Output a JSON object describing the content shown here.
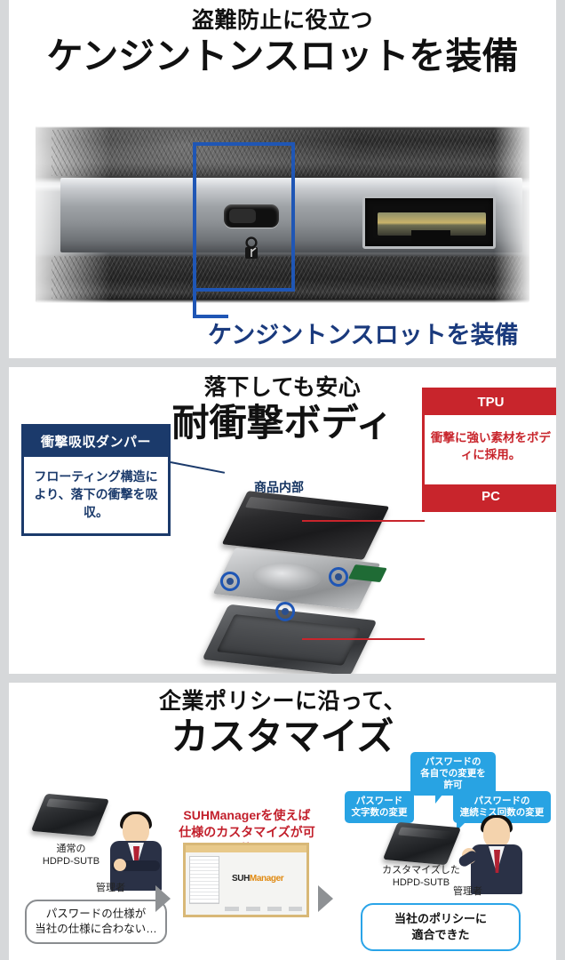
{
  "page": {
    "background": "#d6d8da",
    "panel_background": "#ffffff",
    "accent_blue": "#1f56b5",
    "accent_navy": "#1b3a6b",
    "accent_red": "#c8252c",
    "accent_cyan": "#28a3e3"
  },
  "sections": [
    {
      "id": "kensington",
      "subtitle": "盗難防止に役立つ",
      "title": "ケンジントンスロットを装備",
      "photo": {
        "alt_name": "device-side-photo",
        "highlight_label": "ケンジントンスロットを装備",
        "lock_icon": "kensington-lock-icon",
        "port_icon": "usb-port"
      }
    },
    {
      "id": "shockproof",
      "subtitle": "落下しても安心",
      "title": "耐衝撃ボディ",
      "diagram_label": "商品内部",
      "blue_box": {
        "header": "衝撃吸収ダンパー",
        "body": "フローティング構造により、落下の衝撃を吸収。"
      },
      "red_box": {
        "header": "TPU",
        "body": "衝撃に強い素材をボディに採用。",
        "footer": "PC"
      }
    },
    {
      "id": "customize",
      "subtitle": "企業ポリシーに沿って、",
      "title": "カスタマイズ",
      "flow": {
        "left": {
          "device_caption_line1": "通常の",
          "device_caption_line2": "HDPD-SUTB",
          "person_label": "管理者",
          "bubble_line1": "パスワードの仕様が",
          "bubble_line2": "当社の仕様に合わない…"
        },
        "middle": {
          "headline_line1": "SUHManagerを使えば",
          "headline_line2": "仕様のカスタマイズが可能",
          "app_logo_prefix": "SUH",
          "app_logo_suffix": "Manager"
        },
        "right": {
          "tag_top_line1": "パスワードの",
          "tag_top_line2": "各自での変更を許可",
          "tag_left_line1": "パスワード",
          "tag_left_line2": "文字数の変更",
          "tag_right_line1": "パスワードの",
          "tag_right_line2": "連続ミス回数の変更",
          "device_caption_line1": "カスタマイズした",
          "device_caption_line2": "HDPD-SUTB",
          "person_label": "管理者",
          "bubble_line1": "当社のポリシーに",
          "bubble_line2": "適合できた"
        }
      }
    }
  ]
}
